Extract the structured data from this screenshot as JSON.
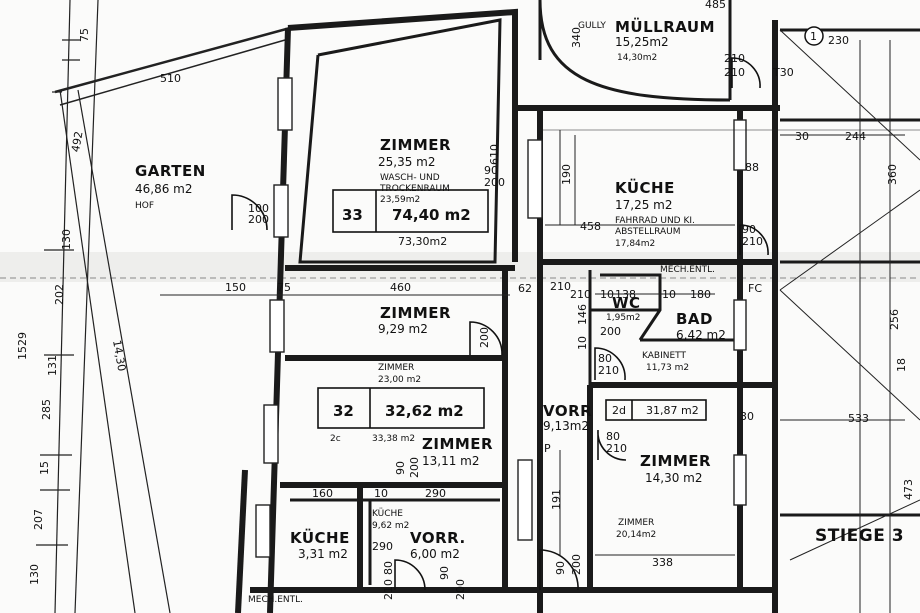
{
  "rooms": {
    "garten": {
      "name": "GARTEN",
      "area": "46,86 m2",
      "sub": "HOF"
    },
    "muellraum": {
      "name": "MÜLLRAUM",
      "gully": "GULLY",
      "area": "15,25m2",
      "area2": "14,30m2"
    },
    "zimmer_top": {
      "name": "ZIMMER",
      "area": "25,35 m2",
      "sub1": "WASCH- UND",
      "sub2": "TROCKENRAUM",
      "area2": "23,59m2"
    },
    "kueche_top": {
      "name": "KÜCHE",
      "area": "17,25 m2",
      "sub1": "FAHRRAD UND KI.",
      "sub2": "ABSTELLRAUM",
      "area2": "17,84m2"
    },
    "zimmer_mid": {
      "name": "ZIMMER",
      "area": "9,29 m2",
      "sub": "ZIMMER",
      "area2": "23,00 m2"
    },
    "wc": {
      "name": "WC",
      "area": "1,95m2"
    },
    "bad": {
      "name": "BAD",
      "area": "6,42 m2",
      "sub": "KABINETT",
      "area2": "11,73 m2"
    },
    "vorr_right": {
      "name": "VORR",
      "area": "9,13m2"
    },
    "zimmer_right": {
      "name": "ZIMMER",
      "area": "14,30 m2",
      "sub": "ZIMMER",
      "area2": "20,14m2"
    },
    "zimmer_small": {
      "name": "ZIMMER",
      "area": "13,11 m2",
      "pre": "2c",
      "pre_area": "33,38 m2"
    },
    "kueche_bottom": {
      "name": "KÜCHE",
      "area": "3,31 m2"
    },
    "vorr_bottom": {
      "name": "VORR.",
      "area": "6,00 m2",
      "sub": "KÜCHE",
      "sub_area": "9,62 m2"
    },
    "stiege": {
      "name": "STIEGE 3"
    },
    "mech": "MECH.ENTL.",
    "mech2": "MECH.ENTL."
  },
  "units": {
    "u33": {
      "num": "33",
      "area": "74,40 m2",
      "below": "73,30m2"
    },
    "u32": {
      "num": "32",
      "area": "32,62 m2"
    },
    "u2d": {
      "num": "2d",
      "area": "31,87 m2"
    }
  },
  "dims": {
    "d485": "485",
    "d75": "75",
    "d510": "510",
    "d492": "492",
    "d1529": "1529",
    "d130a": "130",
    "d202": "202",
    "d131": "131",
    "d285": "285",
    "d15": "15",
    "d207": "207",
    "d130b": "130",
    "d1430": "14,30",
    "d150": "150",
    "d75b": "75",
    "d460": "460",
    "d62": "62",
    "d100": "100",
    "d200a": "200",
    "d610": "610",
    "d90a": "90",
    "d200b": "200",
    "d340": "340",
    "d210a": "210",
    "d210b": "210",
    "t30": "T30",
    "circ1": "1",
    "d230": "230",
    "d190": "190",
    "d458": "458",
    "d30a": "30",
    "d244": "244",
    "d88": "88",
    "d360": "360",
    "d90b": "90",
    "d210c": "210",
    "d210d": "210",
    "d138": "138",
    "d10a": "10",
    "d10b": "10",
    "d180": "180",
    "d210e": "210",
    "d146": "146",
    "d10c": "10",
    "d200c": "200",
    "d80a": "80",
    "d210f": "210",
    "d200d": "200",
    "d256": "256",
    "d18": "18",
    "d533": "533",
    "d30b": "30",
    "d80b": "80",
    "d210g": "210",
    "dP": "P",
    "d191": "191",
    "d338": "338",
    "d90c": "90",
    "d200e": "200",
    "d473": "473",
    "d90d": "90",
    "d200f": "200",
    "d160": "160",
    "d10d": "10",
    "d290": "290",
    "d290b": "290",
    "d80c": "80",
    "d210h": "210",
    "d90e": "90",
    "d200g": "200",
    "mechfc": "FC"
  }
}
